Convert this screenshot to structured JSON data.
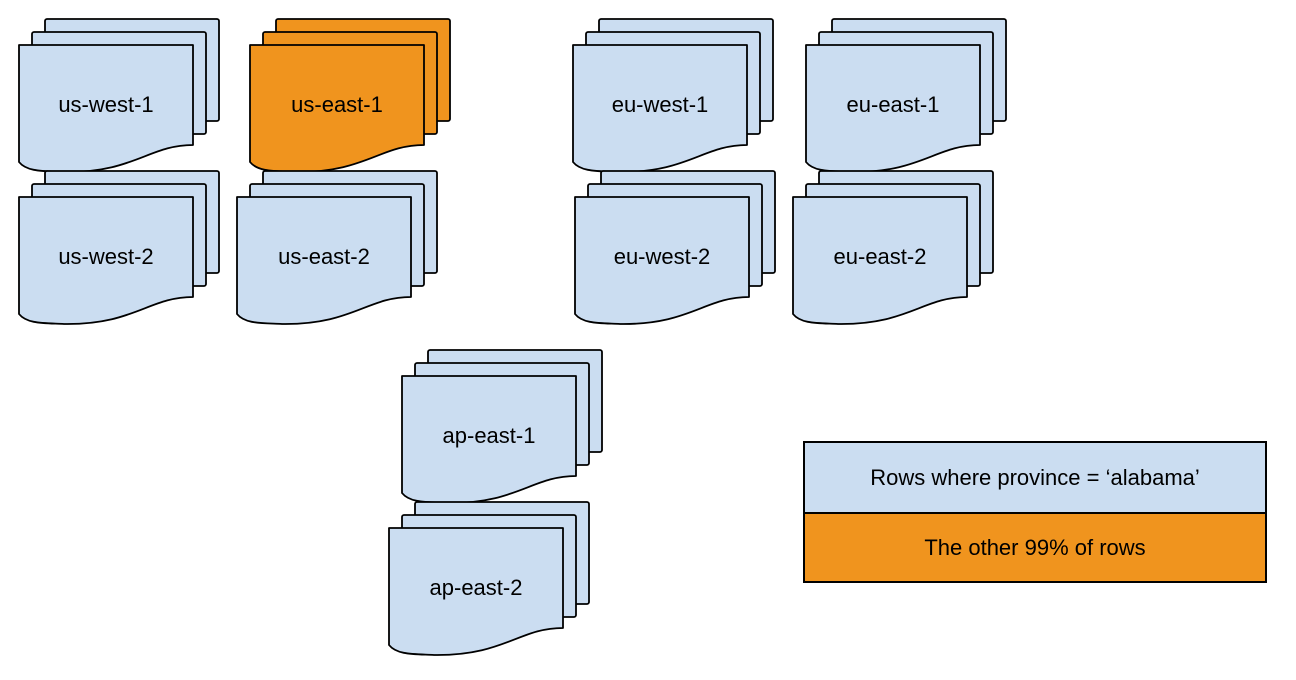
{
  "regions": [
    {
      "id": "us-west-1",
      "label": "us-west-1",
      "highlighted": false
    },
    {
      "id": "us-east-1",
      "label": "us-east-1",
      "highlighted": true
    },
    {
      "id": "eu-west-1",
      "label": "eu-west-1",
      "highlighted": false
    },
    {
      "id": "eu-east-1",
      "label": "eu-east-1",
      "highlighted": false
    },
    {
      "id": "us-west-2",
      "label": "us-west-2",
      "highlighted": false
    },
    {
      "id": "us-east-2",
      "label": "us-east-2",
      "highlighted": false
    },
    {
      "id": "eu-west-2",
      "label": "eu-west-2",
      "highlighted": false
    },
    {
      "id": "eu-east-2",
      "label": "eu-east-2",
      "highlighted": false
    },
    {
      "id": "ap-east-1",
      "label": "ap-east-1",
      "highlighted": false
    },
    {
      "id": "ap-east-2",
      "label": "ap-east-2",
      "highlighted": false
    }
  ],
  "legend": {
    "items": [
      {
        "label": "Rows where province = ‘alabama’",
        "color": "#cbddf1"
      },
      {
        "label": "The other 99% of rows",
        "color": "#f0941e"
      }
    ]
  },
  "colors": {
    "default_fill": "#cbddf1",
    "highlight_fill": "#f0941e",
    "stroke": "#000000",
    "background": "#ffffff"
  }
}
